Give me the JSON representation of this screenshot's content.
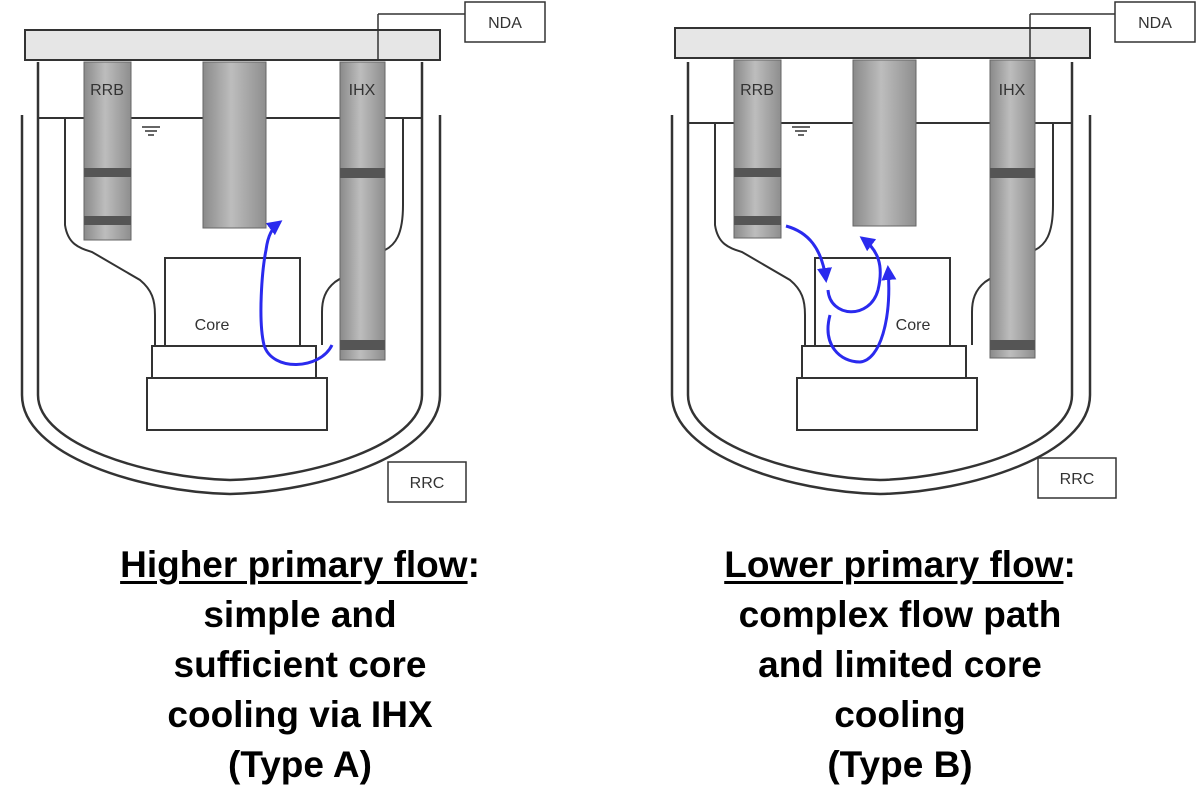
{
  "diagrams": [
    {
      "nda_label": "NDA",
      "rrb_label": "RRB",
      "ihx_label": "IHX",
      "core_label": "Core",
      "rrc_label": "RRC"
    },
    {
      "nda_label": "NDA",
      "rrb_label": "RRB",
      "ihx_label": "IHX",
      "core_label": "Core",
      "rrc_label": "RRC"
    }
  ],
  "captions": [
    {
      "heading": "Higher primary flow",
      "colon": ":",
      "lines": [
        "simple and",
        "sufficient  core",
        "cooling via IHX",
        "(Type A)"
      ]
    },
    {
      "heading": "Lower primary flow",
      "colon": ":",
      "lines": [
        "complex flow path",
        "and limited core",
        "cooling",
        "(Type B)"
      ]
    }
  ],
  "colors": {
    "flow_arrow": "#2a2aee",
    "vessel_line": "#333333",
    "component_fill": "#a9a9a9",
    "roof_fill": "#e6e6e6"
  }
}
